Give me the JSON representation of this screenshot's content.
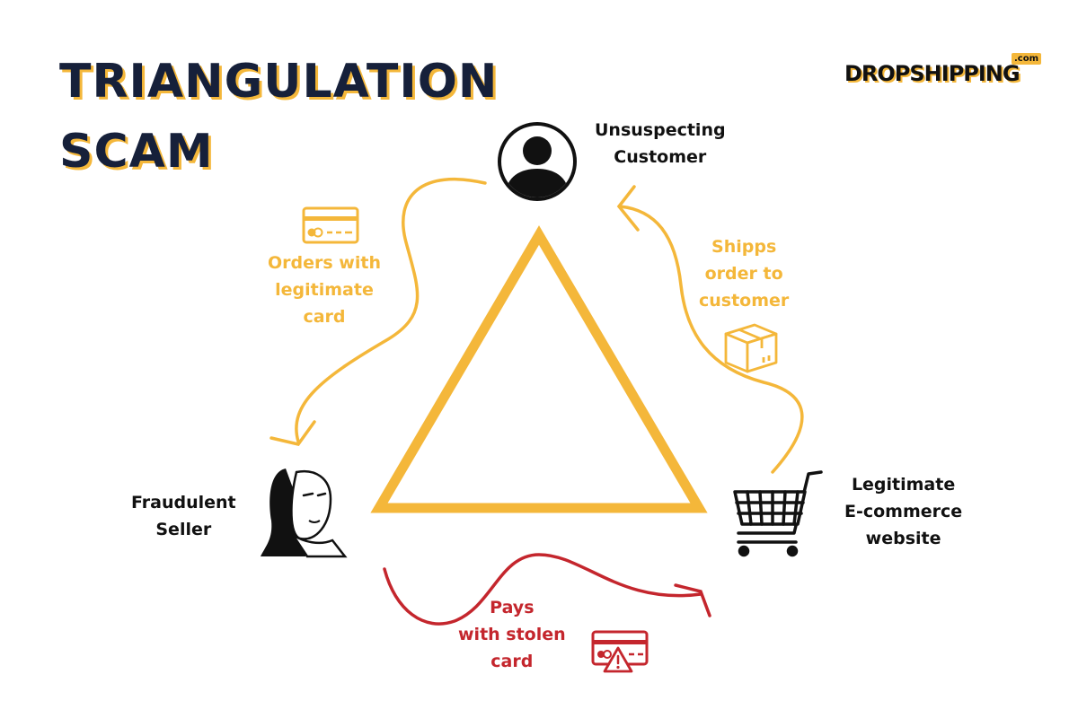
{
  "title": {
    "line1": "TRIANGULATION",
    "line2": "SCAM"
  },
  "logo": {
    "name": "DROPSHIPPING",
    "tld": ".com"
  },
  "nodes": {
    "customer": {
      "line1": "Unsuspecting",
      "line2": "Customer"
    },
    "seller": {
      "line1": "Fraudulent",
      "line2": "Seller"
    },
    "website": {
      "line1": "Legitimate",
      "line2": "E-commerce",
      "line3": "website"
    }
  },
  "flows": {
    "orders": {
      "line1": "Orders with",
      "line2": "legitimate",
      "line3": "card"
    },
    "ships": {
      "line1": "Shipps",
      "line2": "order to",
      "line3": "customer"
    },
    "pays": {
      "line1": "Pays",
      "line2": "with stolen",
      "line3": "card"
    }
  },
  "colors": {
    "accent": "#f4b73a",
    "warning": "#c4262d",
    "ink": "#111111",
    "title": "#16203a"
  },
  "icons": [
    "user-icon",
    "mask-icon",
    "cart-icon",
    "credit-card-icon",
    "package-icon",
    "stolen-card-icon"
  ]
}
